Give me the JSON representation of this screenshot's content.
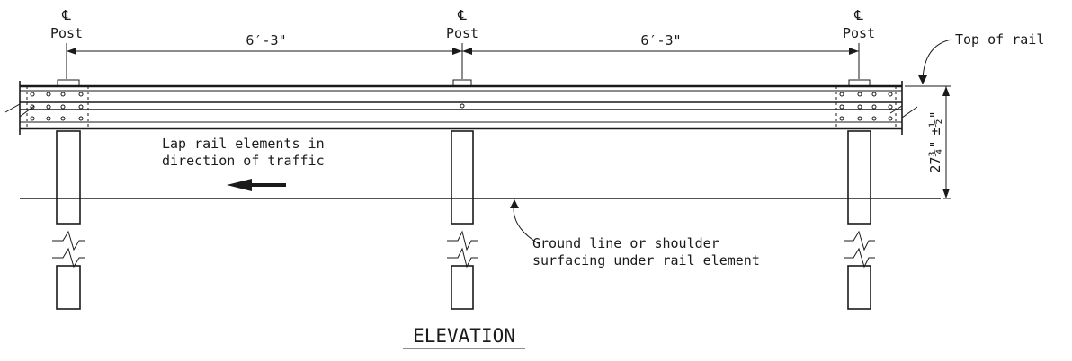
{
  "drawing": {
    "title": "ELEVATION",
    "posts": [
      {
        "cl_symbol": "℄",
        "label": "Post"
      },
      {
        "cl_symbol": "℄",
        "label": "Post"
      },
      {
        "cl_symbol": "℄",
        "label": "Post"
      }
    ],
    "post_spacing": [
      "6′-3\"",
      "6′-3\""
    ],
    "top_of_rail_label": "Top of rail",
    "rail_height": {
      "main": "27¾\"",
      "tolerance": "±½\""
    },
    "lap_note": [
      "Lap rail elements in",
      "direction of traffic"
    ],
    "ground_note": [
      "Ground line or shoulder",
      "surfacing under rail element"
    ]
  }
}
